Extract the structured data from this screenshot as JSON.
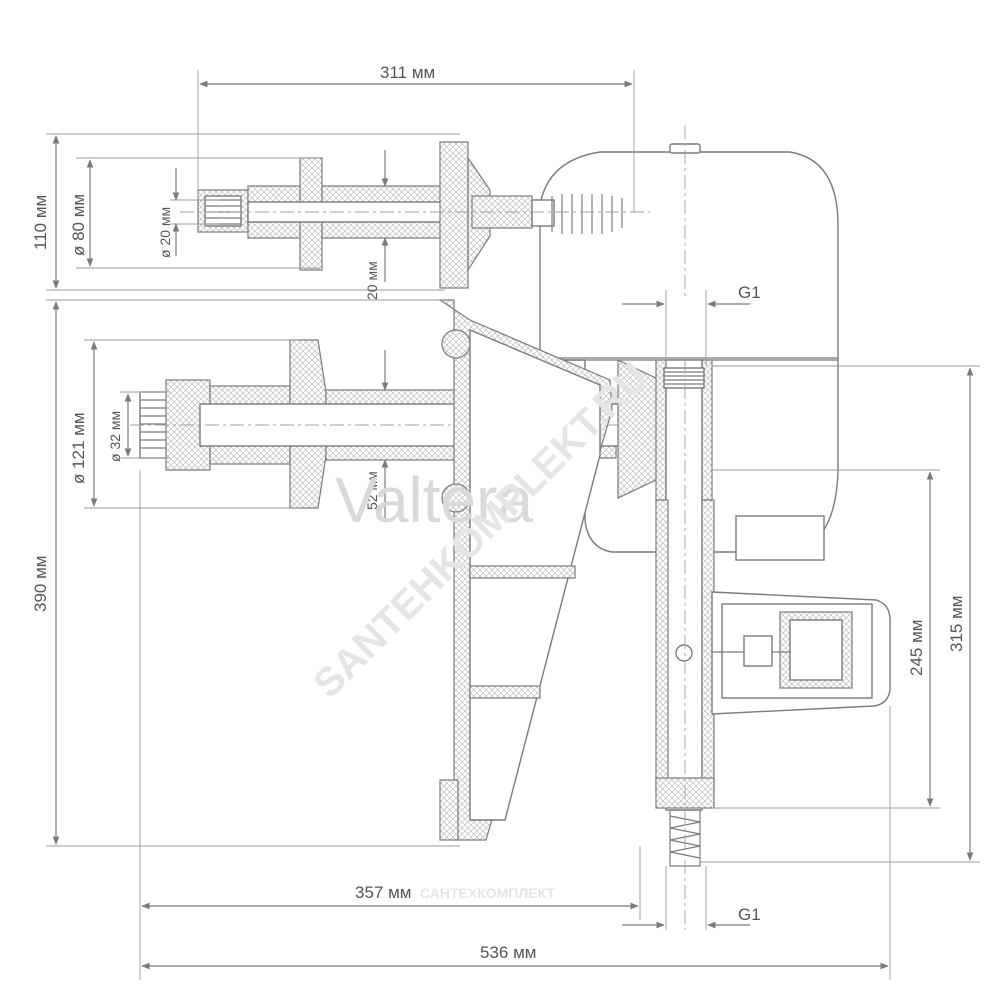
{
  "dimensions": {
    "top_width": "311 мм",
    "height_110": "110 мм",
    "dia_80": "ø 80 мм",
    "dia_20": "ø 20 мм",
    "len_20": "20 мм",
    "thread_top": "G1",
    "height_390": "390 мм",
    "dia_121": "ø 121 мм",
    "dia_32": "ø 32 мм",
    "len_52": "52 мм",
    "height_245": "245 мм",
    "height_315": "315 мм",
    "width_357": "357 мм",
    "thread_bottom": "G1",
    "width_536": "536 мм"
  },
  "watermarks": {
    "brand": "Valtera",
    "shop": "SANTEHKOMPLEKT.RU",
    "shop_small": "САНТЕХКОМПЛЕКТ"
  }
}
